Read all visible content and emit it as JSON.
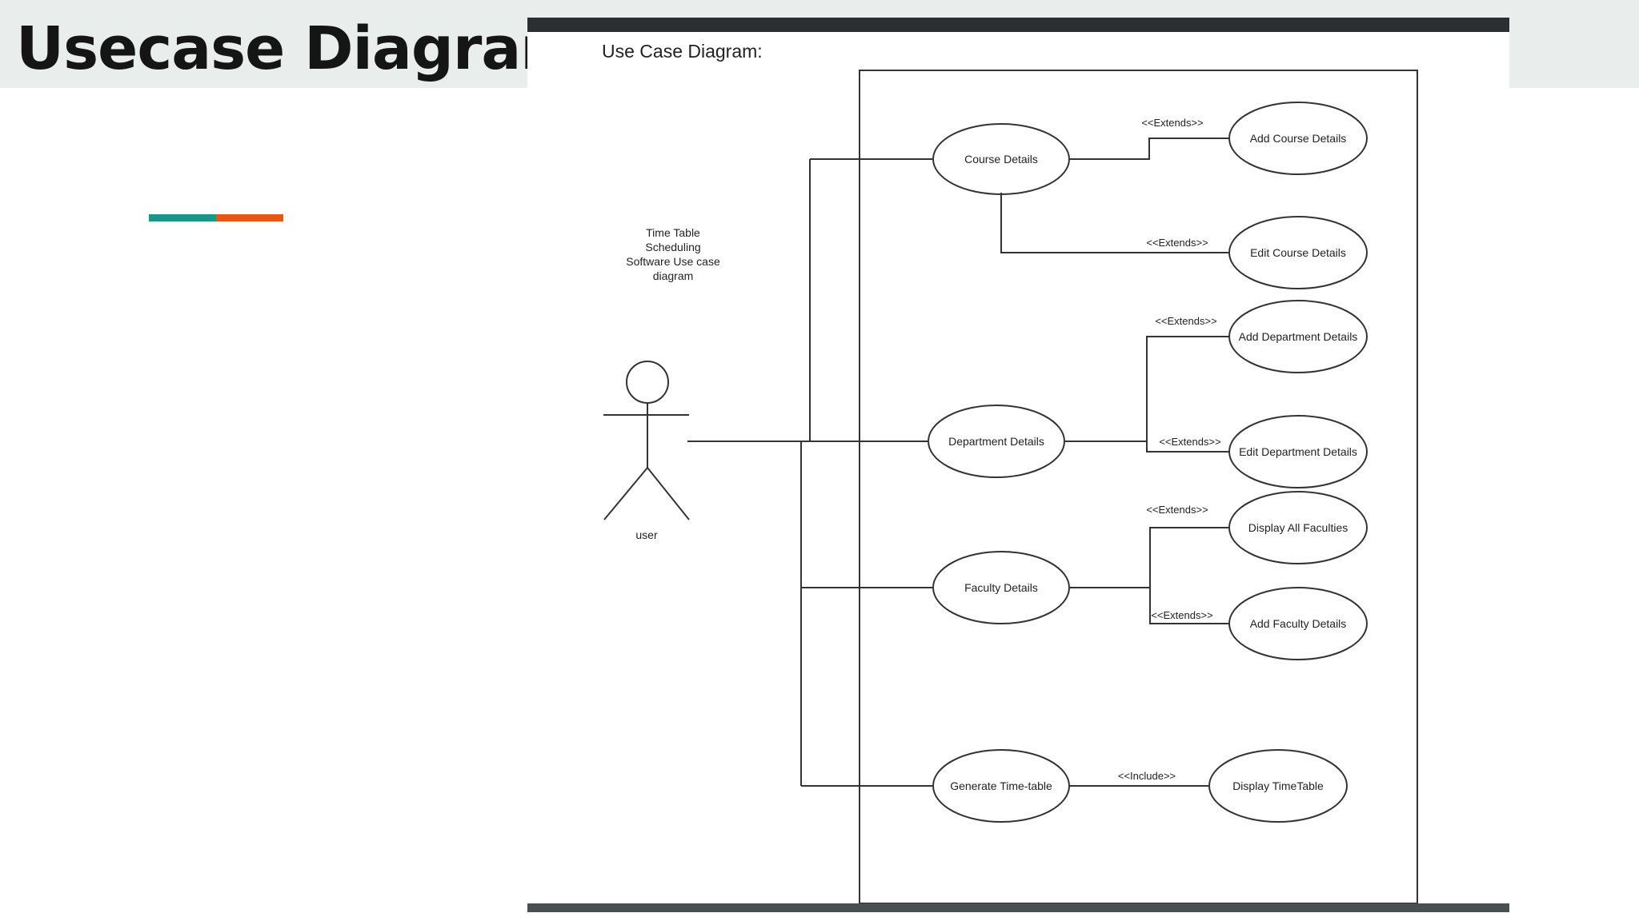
{
  "slide": {
    "title": "Usecase Diagram",
    "colors": {
      "band": "#e9edec",
      "accent_teal": "#17978a",
      "accent_orange": "#e25a12",
      "frame_bar": "#2b2f31"
    }
  },
  "diagram": {
    "heading": "Use Case Diagram:",
    "note_lines": [
      "Time Table",
      "Scheduling",
      "Software Use case",
      "diagram"
    ],
    "actor": {
      "label": "user"
    },
    "use_cases": {
      "course_details": "Course Details",
      "add_course_details": "Add Course Details",
      "edit_course_details": "Edit Course Details",
      "add_department_details": "Add Department Details",
      "department_details": "Department Details",
      "edit_department_details": "Edit Department Details",
      "display_all_faculties": "Display All Faculties",
      "faculty_details": "Faculty Details",
      "add_faculty_details": "Add Faculty Details",
      "generate_timetable": "Generate Time-table",
      "display_timetable": "Display TimeTable"
    },
    "relations": {
      "extends": "<<Extends>>",
      "include": "<<Include>>"
    }
  }
}
